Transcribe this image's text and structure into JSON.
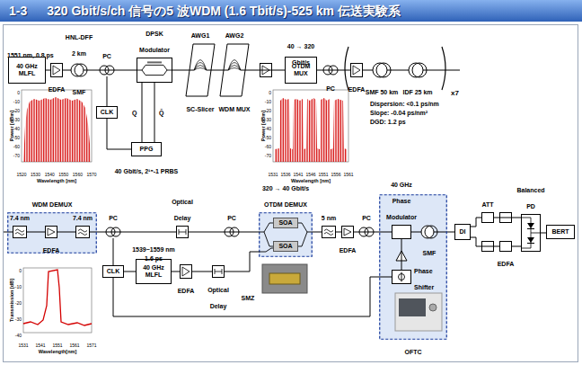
{
  "diagram": {
    "title": "320 Gbit/s/ch 信号の5 波WDM (1.6 Tbit/s)-525 km 伝送実験系",
    "nodes": [
      {
        "text": [
          "40 GHz MLFL"
        ]
      },
      {
        "text": [
          "EDFA"
        ]
      },
      {
        "text": [
          "HNL-DFF 2 km"
        ]
      },
      {
        "text": [
          "PC"
        ]
      },
      {
        "text": [
          "CLK"
        ]
      },
      {
        "text": [
          "DPSK Modulator"
        ]
      },
      {
        "text": [
          "PPG"
        ]
      },
      {
        "text": [
          "AWG1",
          "SC-Slicer"
        ]
      },
      {
        "text": [
          "AWG2",
          "WDM MUX"
        ]
      },
      {
        "text": [
          "OTDM MUX"
        ]
      },
      {
        "text": [
          "PC"
        ]
      },
      {
        "text": [
          "EDFA"
        ]
      },
      {
        "text": [
          "SMF 50 km"
        ]
      },
      {
        "text": [
          "IDF 25 km"
        ]
      },
      {
        "text": [
          "WDM DEMUX"
        ]
      },
      {
        "text": [
          "7.4 nm"
        ],
        "in": 14
      },
      {
        "text": [
          "EDFA"
        ],
        "in": 14
      },
      {
        "text": [
          "7.4 nm"
        ],
        "in": 14
      },
      {
        "text": [
          "PC"
        ]
      },
      {
        "text": [
          "CLK"
        ]
      },
      {
        "text": [
          "40 GHz MLFL"
        ]
      },
      {
        "text": [
          "EDFA"
        ]
      },
      {
        "text": [
          "Optical Delay"
        ]
      },
      {
        "text": [
          "Optical Delay"
        ]
      },
      {
        "text": [
          "PC"
        ]
      },
      {
        "text": [
          "320 → 40 Gbit/s OTDM DEMUX"
        ]
      },
      {
        "text": [
          "SOA"
        ],
        "in": 25
      },
      {
        "text": [
          "SOA"
        ],
        "in": 25
      },
      {
        "text": [
          "5 nm"
        ]
      },
      {
        "text": [
          "EDFA"
        ]
      },
      {
        "text": [
          "PC"
        ]
      },
      {
        "text": [
          "OFTC"
        ]
      },
      {
        "text": [
          "40 GHz Phase Modulator"
        ],
        "in": 31
      },
      {
        "text": [
          "SMF"
        ],
        "in": 31
      },
      {
        "text": [
          "Phase Shifter"
        ],
        "in": 31
      },
      {
        "text": [
          "DI"
        ]
      },
      {
        "text": [
          "ATT"
        ]
      },
      {
        "text": [
          "EDFA"
        ]
      },
      {
        "text": [
          "Balanced PD"
        ]
      },
      {
        "text": [
          "BERT"
        ]
      }
    ],
    "edges": [
      {
        "from": 0,
        "to": 1,
        "arrow": "none"
      },
      {
        "from": 1,
        "to": 2,
        "arrow": "none"
      },
      {
        "from": 2,
        "to": 3,
        "arrow": "none"
      },
      {
        "from": 3,
        "to": 5,
        "arrow": "none"
      },
      {
        "from": 3,
        "to": 4,
        "arrow": "none"
      },
      {
        "from": 4,
        "to": 6,
        "arrow": "none"
      },
      {
        "from": 6,
        "to": 5,
        "label": "Q",
        "arrow": "none"
      },
      {
        "from": 6,
        "to": 5,
        "label": "Q̄",
        "arrow": "none"
      },
      {
        "from": 5,
        "to": 7,
        "arrow": "none"
      },
      {
        "from": 7,
        "to": 8,
        "arrow": "none"
      },
      {
        "from": 8,
        "to": 9,
        "arrow": "none"
      },
      {
        "from": 9,
        "to": 10,
        "arrow": "none"
      },
      {
        "from": 10,
        "to": 11,
        "arrow": "none"
      },
      {
        "from": 11,
        "to": 12,
        "arrow": "none"
      },
      {
        "from": 12,
        "to": 13,
        "arrow": "none"
      },
      {
        "from": 15,
        "to": 16,
        "arrow": "none"
      },
      {
        "from": 16,
        "to": 17,
        "arrow": "none"
      },
      {
        "from": 17,
        "to": 18,
        "arrow": "none"
      },
      {
        "from": 18,
        "to": 19,
        "arrow": "none"
      },
      {
        "from": 18,
        "to": 22,
        "arrow": "none"
      },
      {
        "from": 22,
        "to": 24,
        "arrow": "none"
      },
      {
        "from": 24,
        "to": 25,
        "arrow": "none"
      },
      {
        "from": 19,
        "to": 20,
        "arrow": "none"
      },
      {
        "from": 20,
        "to": 21,
        "arrow": "none"
      },
      {
        "from": 21,
        "to": 23,
        "arrow": "none"
      },
      {
        "from": 23,
        "to": 25,
        "arrow": "none"
      },
      {
        "from": 25,
        "to": 28,
        "arrow": "none"
      },
      {
        "from": 28,
        "to": 29,
        "arrow": "none"
      },
      {
        "from": 29,
        "to": 30,
        "arrow": "none"
      },
      {
        "from": 30,
        "to": 32,
        "arrow": "none"
      },
      {
        "from": 32,
        "to": 33,
        "arrow": "none"
      },
      {
        "from": 34,
        "to": 32,
        "arrow": "none"
      },
      {
        "from": 19,
        "to": 34,
        "arrow": "none"
      },
      {
        "from": 33,
        "to": 35,
        "arrow": "none"
      },
      {
        "from": 35,
        "to": 36,
        "arrow": "none"
      },
      {
        "from": 35,
        "to": 37,
        "arrow": "none"
      },
      {
        "from": 36,
        "to": 38,
        "arrow": "none"
      },
      {
        "from": 37,
        "to": 38,
        "arrow": "none"
      },
      {
        "from": 38,
        "to": 39,
        "arrow": "none"
      }
    ],
    "labels": [
      "1-3",
      "1551 nm, 0.8 ps",
      "SMF",
      "40 Gbit/s, 2¹⁵-1 PRBS",
      "40 → 320 Gbit/s",
      "x7",
      "Dispersion: <0.1 ps/nm",
      "Slope: -0.04 ps/nm²",
      "DGD: 1.2 ps",
      "Power [dBm]",
      "0",
      "-10",
      "-20",
      "-30",
      "-40",
      "-50",
      "-60",
      "-70",
      "1520",
      "1530",
      "1540",
      "1550",
      "1560",
      "1570",
      "Wavelength [nm]",
      "Power [dBm]",
      "0",
      "-10",
      "-20",
      "-30",
      "-40",
      "-50",
      "-60",
      "-70",
      "1531",
      "1536",
      "1541",
      "1546",
      "1551",
      "1556",
      "1561",
      "Wavelength [nm]",
      "1539~1559 nm",
      "1.6 ps",
      "SMZ",
      "Transmission [dB]",
      "0",
      "-10",
      "-20",
      "-30",
      "-40",
      "1531",
      "1541",
      "1551",
      "1561",
      "1571",
      "Wavelength[nm]"
    ]
  }
}
